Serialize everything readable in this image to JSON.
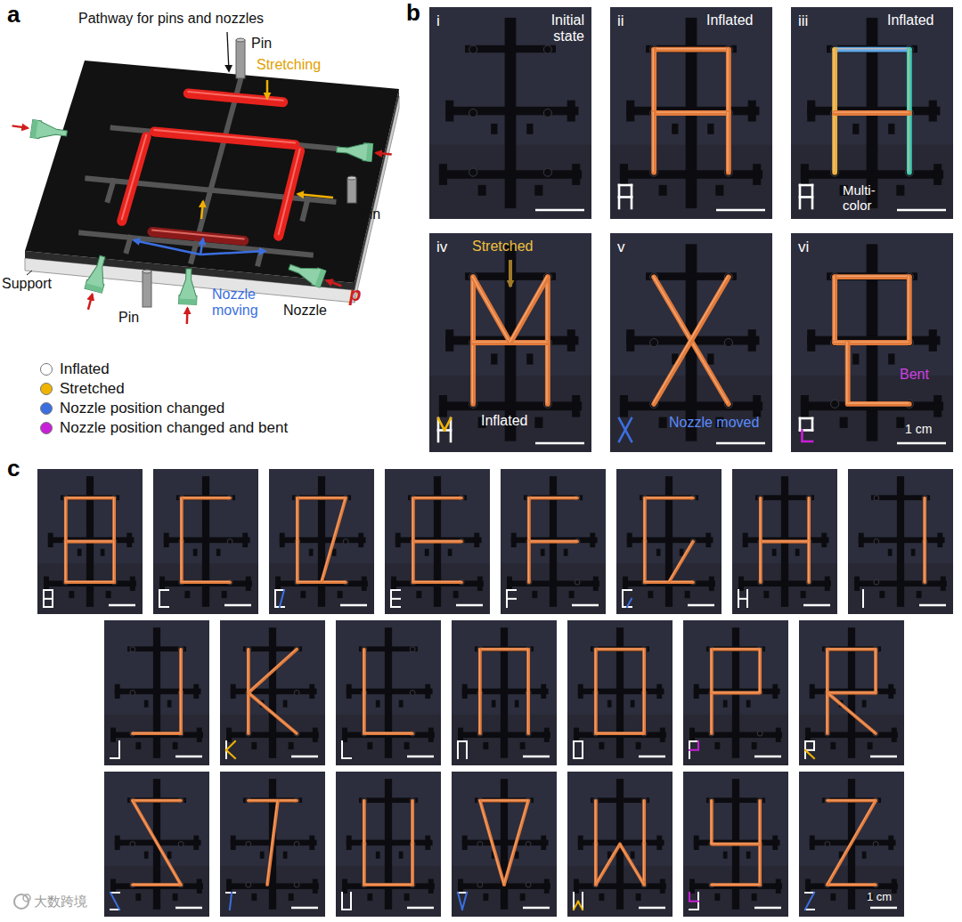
{
  "diagram": {
    "labels": [
      "a",
      "b",
      "c",
      "Pathway for pins and nozzles",
      "Pin",
      "Stretching",
      "Pin",
      "Nozzle moving",
      "Support",
      "Pin",
      "Nozzle",
      "p",
      "i",
      "Initial state",
      "ii",
      "Inflated",
      "iii",
      "Inflated",
      "Multi- color",
      "iv",
      "Stretched",
      "Inflated",
      "v",
      "Nozzle moved",
      "vi",
      "Bent",
      "1 cm",
      "1 cm",
      "大数跨境"
    ],
    "legend": [
      {
        "text": "Inflated",
        "color": "#ffffff"
      },
      {
        "text": "Stretched",
        "color": "#f0b400"
      },
      {
        "text": "Nozzle position changed",
        "color": "#3b6fe0"
      },
      {
        "text": "Nozzle position changed and bent",
        "color": "#c81fd8"
      }
    ]
  }
}
